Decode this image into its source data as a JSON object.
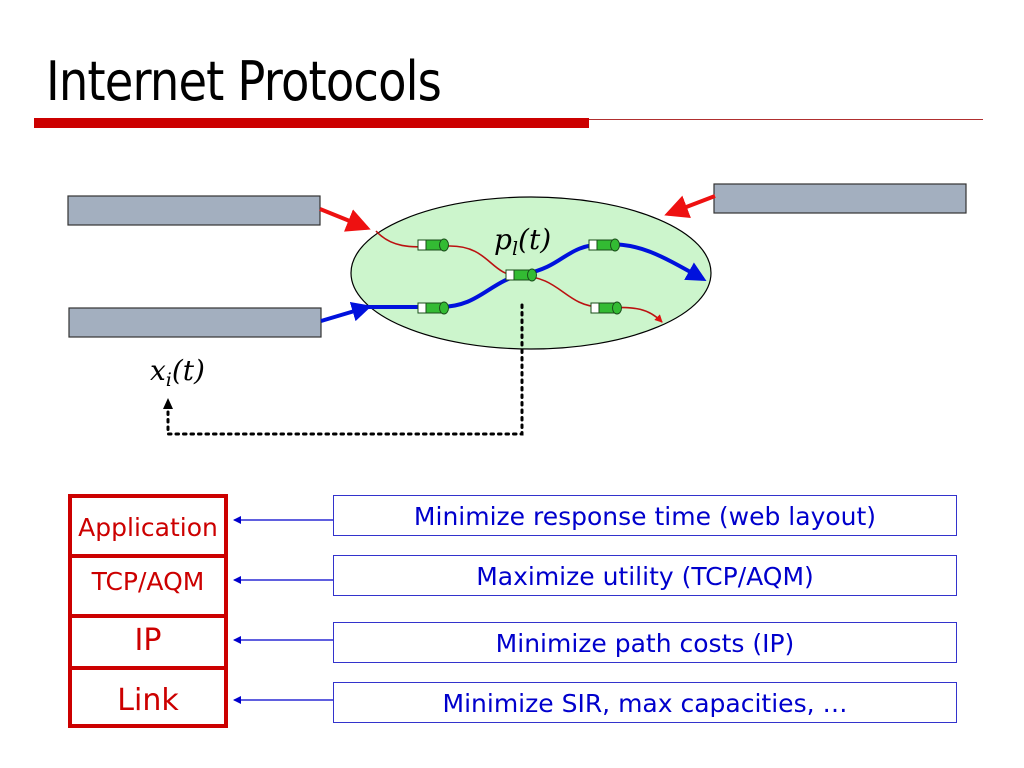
{
  "slide": {
    "title": "Internet Protocols",
    "colors": {
      "title_rule": "#cc0000",
      "network_fill": "#ccf5cc",
      "source_box_fill": "#a3afbf",
      "flow_red": "#ee1111",
      "flow_blue": "#0011dd",
      "layer_red": "#cc0000",
      "goal_blue": "#0000cc"
    }
  },
  "diagram": {
    "link_price_label": {
      "var": "p",
      "sub": "l",
      "arg": "(t)"
    },
    "source_rate_label": {
      "var": "x",
      "sub": "i",
      "arg": "(t)"
    },
    "sources": [
      {
        "name": "source-top-left"
      },
      {
        "name": "source-bottom-left"
      },
      {
        "name": "source-top-right"
      }
    ],
    "routers": 5
  },
  "stack": {
    "layers": [
      {
        "label": "Application"
      },
      {
        "label": "TCP/AQM"
      },
      {
        "label": "IP"
      },
      {
        "label": "Link"
      }
    ],
    "goals": [
      {
        "label": "Minimize response time (web layout)"
      },
      {
        "label": "Maximize utility (TCP/AQM)"
      },
      {
        "label": "Minimize path costs (IP)"
      },
      {
        "label": "Minimize SIR, max capacities, …"
      }
    ]
  }
}
